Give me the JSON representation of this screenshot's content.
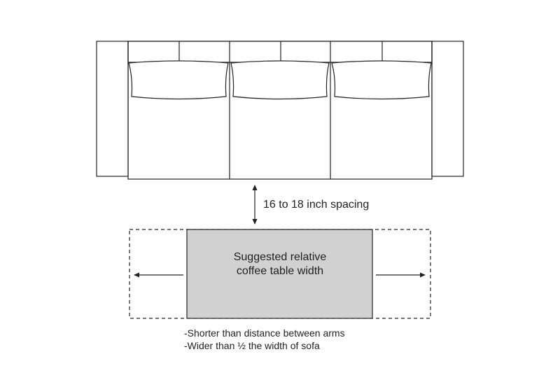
{
  "spacing_label": "16 to 18 inch spacing",
  "table_label": {
    "line1": "Suggested relative",
    "line2": "coffee table width"
  },
  "notes": [
    "-Shorter than distance between arms",
    "-Wider than ½ the width of sofa"
  ],
  "colors": {
    "line": "#222222",
    "table_fill": "#d1d1d1",
    "background": "#ffffff"
  }
}
